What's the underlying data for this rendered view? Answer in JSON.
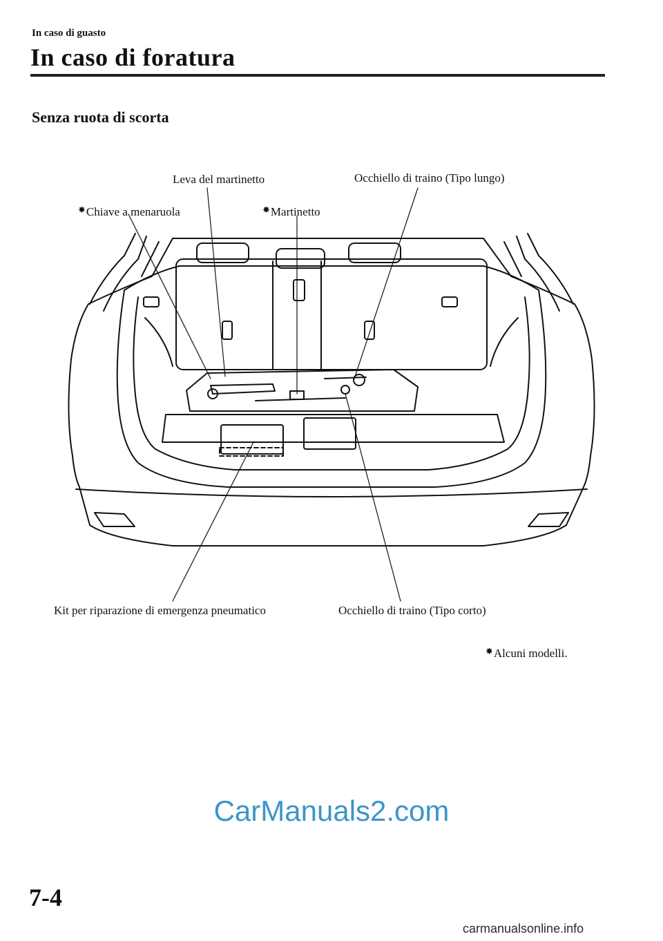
{
  "header": {
    "section": "In caso di guasto",
    "title": "In caso di foratura"
  },
  "subheading": "Senza ruota di scorta",
  "figure": {
    "labels": {
      "jack_lever": "Leva del martinetto",
      "tow_hook_long": "Occhiello di traino (Tipo lungo)",
      "wrench": "Chiave a menaruola",
      "jack": "Martinetto",
      "repair_kit": "Kit per riparazione di emergenza pneumatico",
      "tow_hook_short": "Occhiello di traino (Tipo corto)"
    },
    "footnote": "Alcuni modelli.",
    "marker": "✸"
  },
  "page_number": "7-4",
  "watermark": "CarManuals2.com",
  "footer_site": "carmanualsonline.info"
}
